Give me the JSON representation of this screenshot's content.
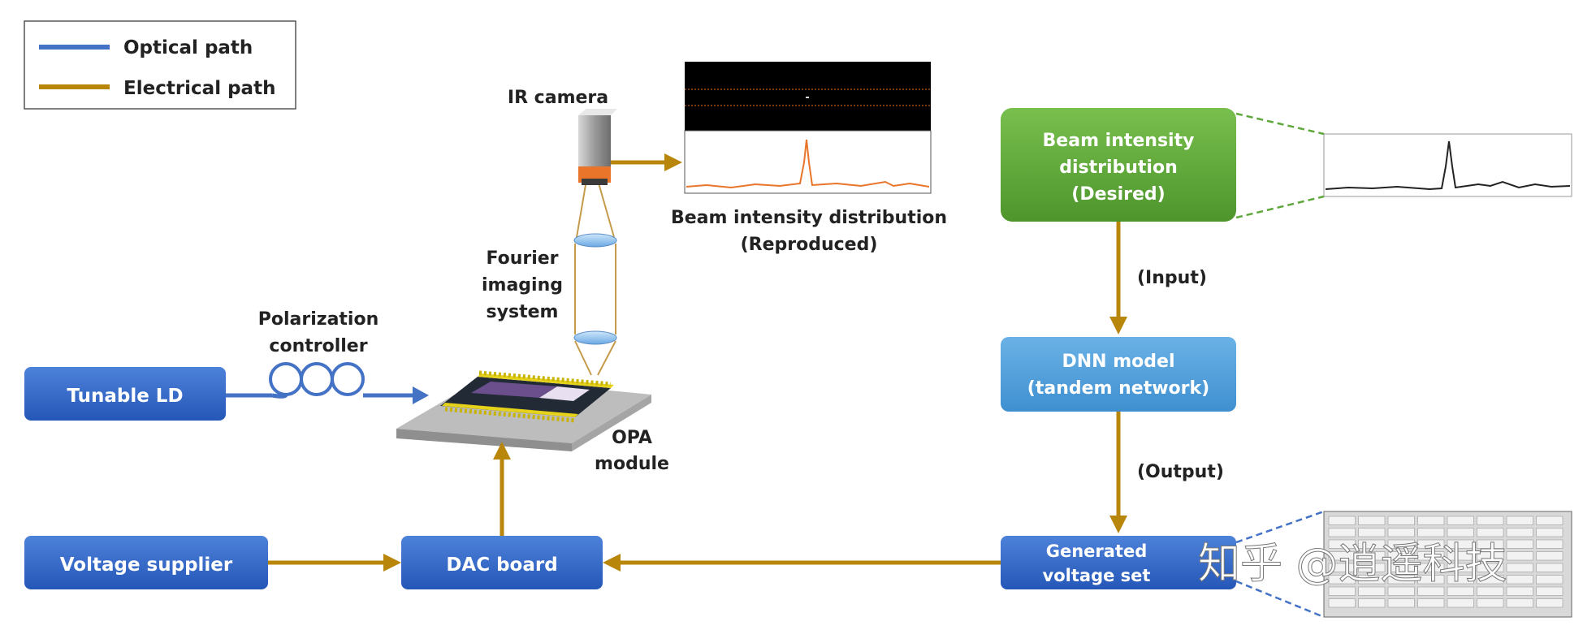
{
  "legend": {
    "optical": "Optical path",
    "electrical": "Electrical path"
  },
  "colors": {
    "optical": "#4472c4",
    "electrical": "#b8860b",
    "blue_box": "#2e63c4",
    "light_blue_box": "#4a9ad6",
    "green_box": "#5ea73a"
  },
  "labels": {
    "ir_camera": "IR camera",
    "fourier_l1": "Fourier",
    "fourier_l2": "imaging",
    "fourier_l3": "system",
    "polarization_l1": "Polarization",
    "polarization_l2": "controller",
    "opa_l1": "OPA",
    "opa_l2": "module",
    "beam_reproduced_l1": "Beam intensity distribution",
    "beam_reproduced_l2": "(Reproduced)",
    "input": "(Input)",
    "output": "(Output)"
  },
  "boxes": {
    "tunable_ld": "Tunable LD",
    "voltage_supplier": "Voltage supplier",
    "dac_board": "DAC board",
    "beam_desired_l1": "Beam intensity",
    "beam_desired_l2": "distribution",
    "beam_desired_l3": "(Desired)",
    "dnn_l1": "DNN model",
    "dnn_l2": "(tandem network)",
    "generated_l1": "Generated",
    "generated_l2": "voltage set"
  },
  "watermark": "知乎 @逍遥科技"
}
